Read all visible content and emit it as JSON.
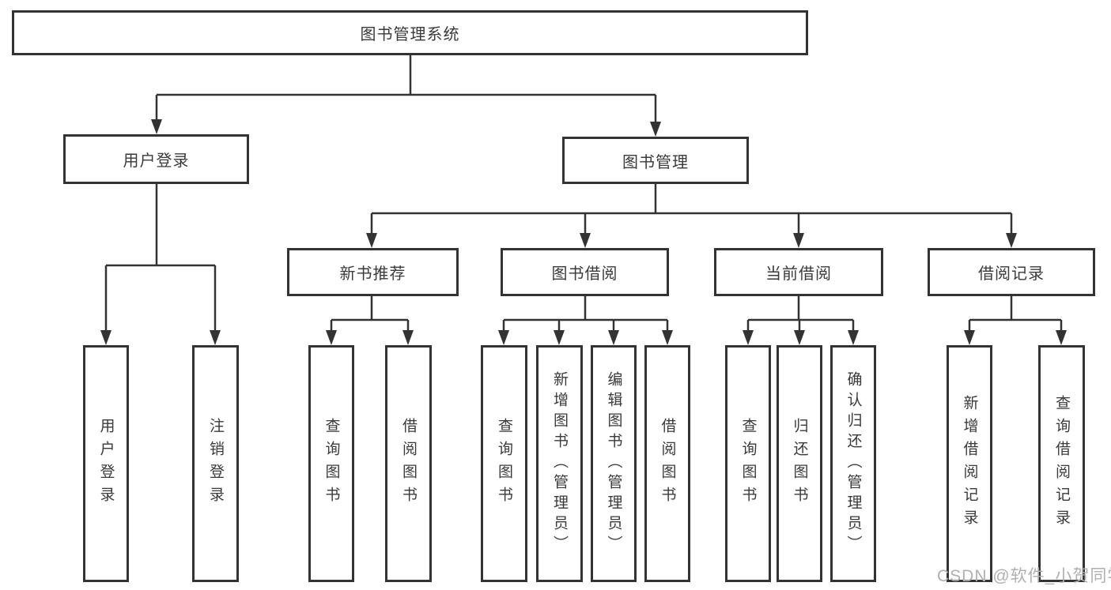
{
  "diagram": {
    "tree": {
      "label": "图书管理系统",
      "children": [
        {
          "label": "用户登录",
          "children": [
            {
              "label": "用户登录"
            },
            {
              "label": "注销登录"
            }
          ]
        },
        {
          "label": "图书管理",
          "children": [
            {
              "label": "新书推荐",
              "children": [
                {
                  "label": "查询图书"
                },
                {
                  "label": "借阅图书"
                }
              ]
            },
            {
              "label": "图书借阅",
              "children": [
                {
                  "label": "查询图书"
                },
                {
                  "label": "新增图书（管理员）"
                },
                {
                  "label": "编辑图书（管理员）"
                },
                {
                  "label": "借阅图书"
                }
              ]
            },
            {
              "label": "当前借阅",
              "children": [
                {
                  "label": "查询图书"
                },
                {
                  "label": "归还图书"
                },
                {
                  "label": "确认归还（管理员）"
                }
              ]
            },
            {
              "label": "借阅记录",
              "children": [
                {
                  "label": "新增借阅记录"
                },
                {
                  "label": "查询借阅记录"
                }
              ]
            }
          ]
        }
      ]
    },
    "watermark": {
      "text": "CSDN @软件_小贺同学"
    },
    "colors": {
      "line": "#333333",
      "text": "#3a3a3a",
      "box_background": "#ffffff",
      "watermark": "#b0b0b0"
    }
  }
}
